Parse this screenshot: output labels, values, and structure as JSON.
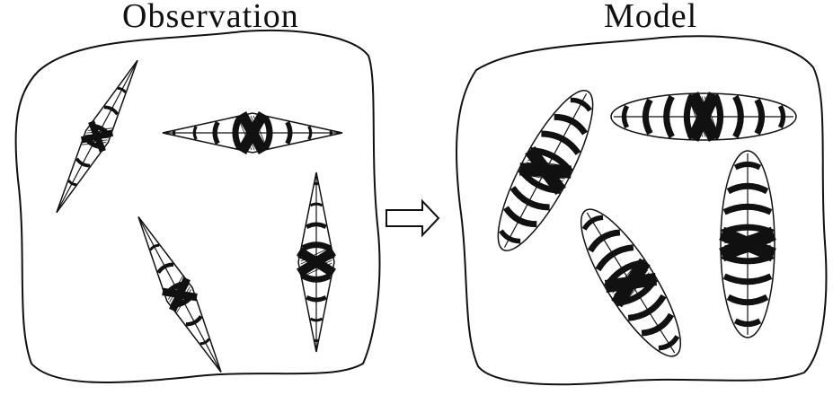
{
  "titles": {
    "observation": "Observation",
    "model": "Model"
  },
  "panels": {
    "observation": {
      "cell_shape": "diamond",
      "cells": [
        {
          "id": "obs-cell-1",
          "orientation": "tilted-right",
          "stripes": 8,
          "center_band": true
        },
        {
          "id": "obs-cell-2",
          "orientation": "horizontal",
          "stripes": 9,
          "center_band": true
        },
        {
          "id": "obs-cell-3",
          "orientation": "tilted-left",
          "stripes": 8,
          "center_band": true
        },
        {
          "id": "obs-cell-4",
          "orientation": "vertical",
          "stripes": 9,
          "center_band": true
        }
      ]
    },
    "model": {
      "cell_shape": "ellipse",
      "cells": [
        {
          "id": "model-cell-1",
          "orientation": "tilted-right",
          "stripes": 9,
          "center_band": true
        },
        {
          "id": "model-cell-2",
          "orientation": "horizontal",
          "stripes": 9,
          "center_band": true
        },
        {
          "id": "model-cell-3",
          "orientation": "tilted-left",
          "stripes": 9,
          "center_band": true
        },
        {
          "id": "model-cell-4",
          "orientation": "vertical",
          "stripes": 9,
          "center_band": true
        }
      ]
    }
  },
  "arrow": {
    "direction": "right",
    "icon": "hollow-right-arrow-icon"
  },
  "colors": {
    "ink": "#111111",
    "background": "#ffffff"
  }
}
